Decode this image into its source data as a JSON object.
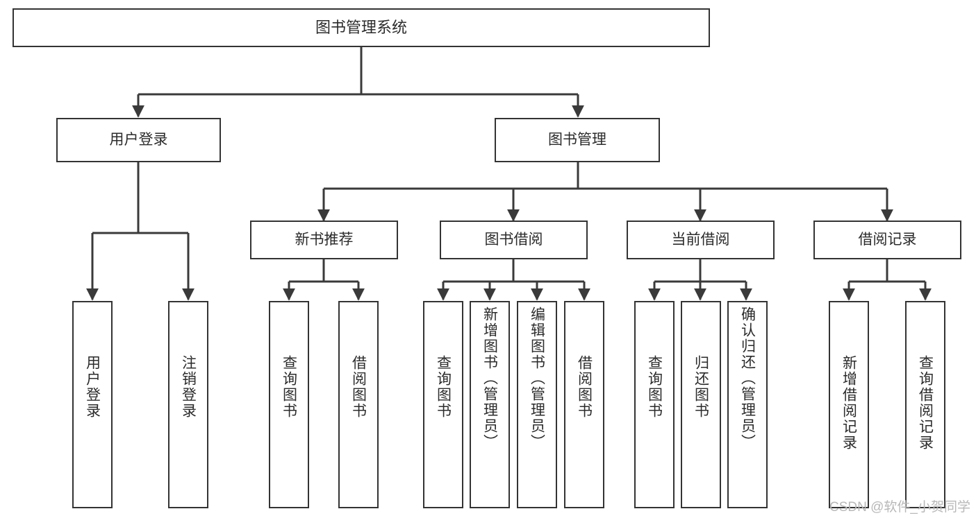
{
  "diagram": {
    "type": "hierarchy-tree",
    "title": "图书管理系统",
    "root": {
      "label": "图书管理系统"
    },
    "level2": [
      {
        "label": "用户登录"
      },
      {
        "label": "图书管理"
      }
    ],
    "level3": [
      {
        "label": "新书推荐"
      },
      {
        "label": "图书借阅"
      },
      {
        "label": "当前借阅"
      },
      {
        "label": "借阅记录"
      }
    ],
    "leaves": {
      "user_login": [
        {
          "label": "用户登录"
        },
        {
          "label": "注销登录"
        }
      ],
      "new_book_recommend": [
        {
          "label": "查询图书"
        },
        {
          "label": "借阅图书"
        }
      ],
      "book_borrow": [
        {
          "label": "查询图书"
        },
        {
          "label": "新增图书（管理员）"
        },
        {
          "label": "编辑图书（管理员）"
        },
        {
          "label": "借阅图书"
        }
      ],
      "current_borrow": [
        {
          "label": "查询图书"
        },
        {
          "label": "归还图书"
        },
        {
          "label": "确认归还（管理员）"
        }
      ],
      "borrow_record": [
        {
          "label": "新增借阅记录"
        },
        {
          "label": "查询借阅记录"
        }
      ]
    }
  },
  "watermark": {
    "text": "CSDN @软件_小贺同学"
  },
  "colors": {
    "background": "#ffffff",
    "box_border": "#333333",
    "box_fill": "#ffffff",
    "text": "#2b2b2b",
    "edge": "#3a3a3a",
    "watermark": "#b8b8b8"
  }
}
